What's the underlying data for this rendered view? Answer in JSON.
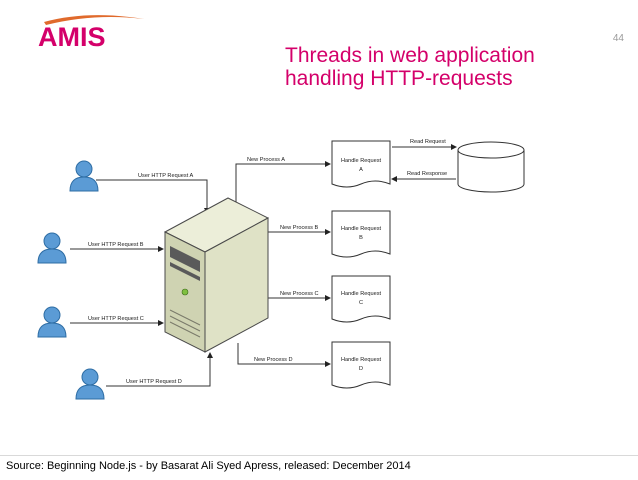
{
  "slide": {
    "logo_text": "AMIS",
    "page_number": "44",
    "title_line1": "Threads in web application",
    "title_line2": "handling HTTP-requests",
    "source": "Source: Beginning Node.js - by Basarat Ali Syed Apress, released: December 2014"
  },
  "diagram": {
    "user_requests": [
      "User HTTP Request A",
      "User HTTP Request B",
      "User HTTP Request C",
      "User HTTP Request D"
    ],
    "processes": [
      "New Process A",
      "New Process B",
      "New Process C",
      "New Process D"
    ],
    "handlers": [
      {
        "line1": "Handle Request",
        "line2": "A"
      },
      {
        "line1": "Handle Request",
        "line2": "B"
      },
      {
        "line1": "Handle Request",
        "line2": "C"
      },
      {
        "line1": "Handle Request",
        "line2": "D"
      }
    ],
    "read_request": "Read Request",
    "read_response": "Read Response",
    "colors": {
      "brand": "#d4006a",
      "user_icon": "#5b9bd5",
      "server": "#d9dcc0"
    }
  }
}
